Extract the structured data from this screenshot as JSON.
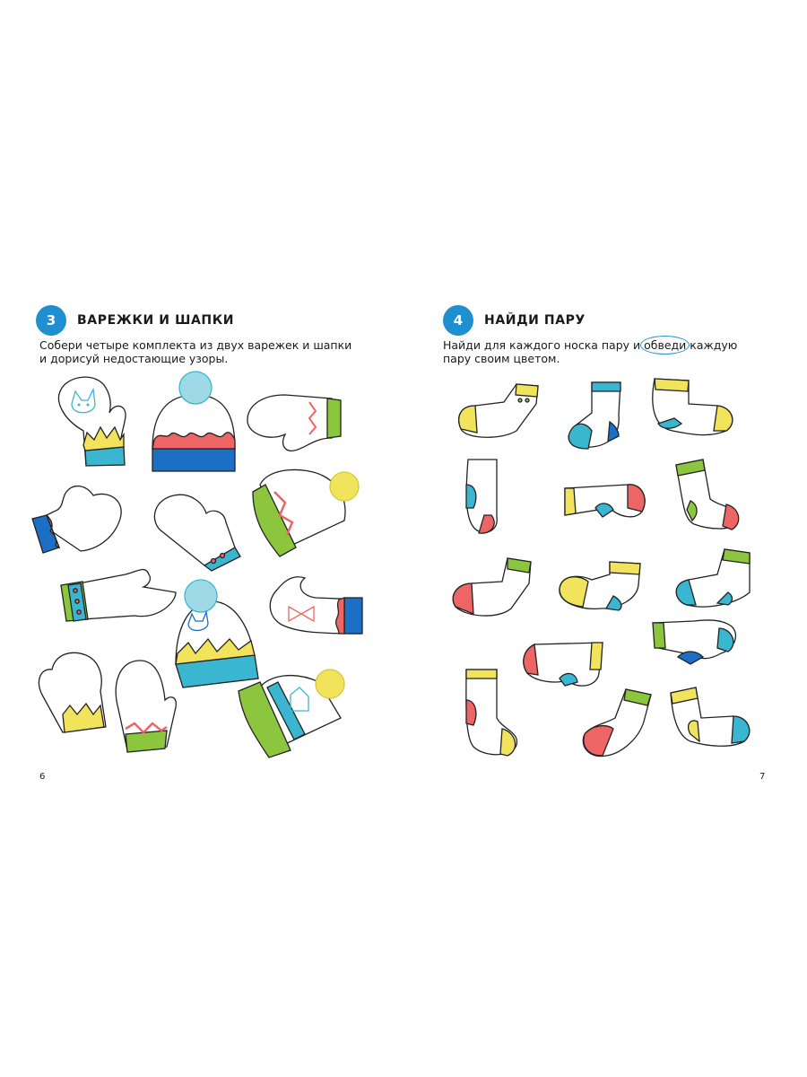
{
  "left_page": {
    "task_number": "3",
    "title": "ВАРЕЖКИ И ШАПКИ",
    "instruction": "Собери четыре комплекта из двух варежек и шапки и дорисуй недостающие узоры.",
    "page_number": "6"
  },
  "right_page": {
    "task_number": "4",
    "title": "НАЙДИ ПАРУ",
    "instruction_before": "Найди для каждого носка пару и ",
    "instruction_ringed": "обведи",
    "instruction_after": " каждую пару своим цветом.",
    "page_number": "7"
  },
  "colors": {
    "accent_blue": "#1f8fd0",
    "cyan": "#3bb6d0",
    "green": "#8cc63f",
    "yellow": "#f1e35c",
    "coral": "#ee6565",
    "navy": "#1b6fc4"
  },
  "icons": [
    "mitten-icon",
    "knit-hat-icon",
    "sock-icon"
  ]
}
